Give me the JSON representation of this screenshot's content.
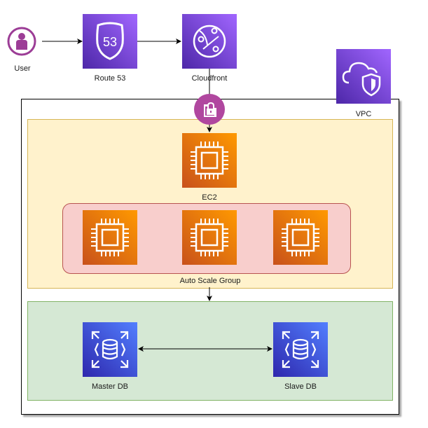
{
  "diagram": {
    "title": "AWS Web Architecture",
    "nodes": {
      "user": {
        "label": "User",
        "icon": "user-icon",
        "color": "#9c3d96"
      },
      "route53": {
        "label": "Route 53",
        "icon": "route53-icon",
        "badge": "53",
        "color": "#5a30b5"
      },
      "cloudfront": {
        "label": "Cloudfront",
        "icon": "cloudfront-icon",
        "color": "#5a30b5"
      },
      "vpc": {
        "label": "VPC",
        "icon": "vpc-icon",
        "color": "#5a30b5"
      },
      "ssl": {
        "icon": "ssl-lock-icon",
        "color": "#9c3d96"
      },
      "ec2": {
        "label": "EC2",
        "icon": "ec2-chip-icon",
        "color": "#e8700f"
      },
      "asg": {
        "label": "Auto Scale Group",
        "instances": [
          {
            "icon": "ec2-chip-icon"
          },
          {
            "icon": "ec2-chip-icon"
          },
          {
            "icon": "ec2-chip-icon"
          }
        ]
      },
      "master_db": {
        "label": "Master DB",
        "icon": "rds-icon",
        "color": "#2f4fdc"
      },
      "slave_db": {
        "label": "Slave DB",
        "icon": "rds-icon",
        "color": "#2f4fdc"
      }
    },
    "edges": [
      {
        "from": "User",
        "to": "Route 53",
        "style": "arrow"
      },
      {
        "from": "Route 53",
        "to": "Cloudfront",
        "style": "arrow"
      },
      {
        "from": "Cloudfront",
        "to": "EC2",
        "style": "arrow"
      },
      {
        "from": "Auto Scale Group",
        "to": "DB tier",
        "style": "arrow"
      },
      {
        "from": "Master DB",
        "to": "Slave DB",
        "style": "bidirectional"
      }
    ],
    "groups": {
      "web_tier": {
        "fill": "#fff2cc",
        "stroke": "#d6b656"
      },
      "asg": {
        "fill": "#f8cecc",
        "stroke": "#b85450"
      },
      "db_tier": {
        "fill": "#d5e8d4",
        "stroke": "#82b366"
      }
    }
  }
}
